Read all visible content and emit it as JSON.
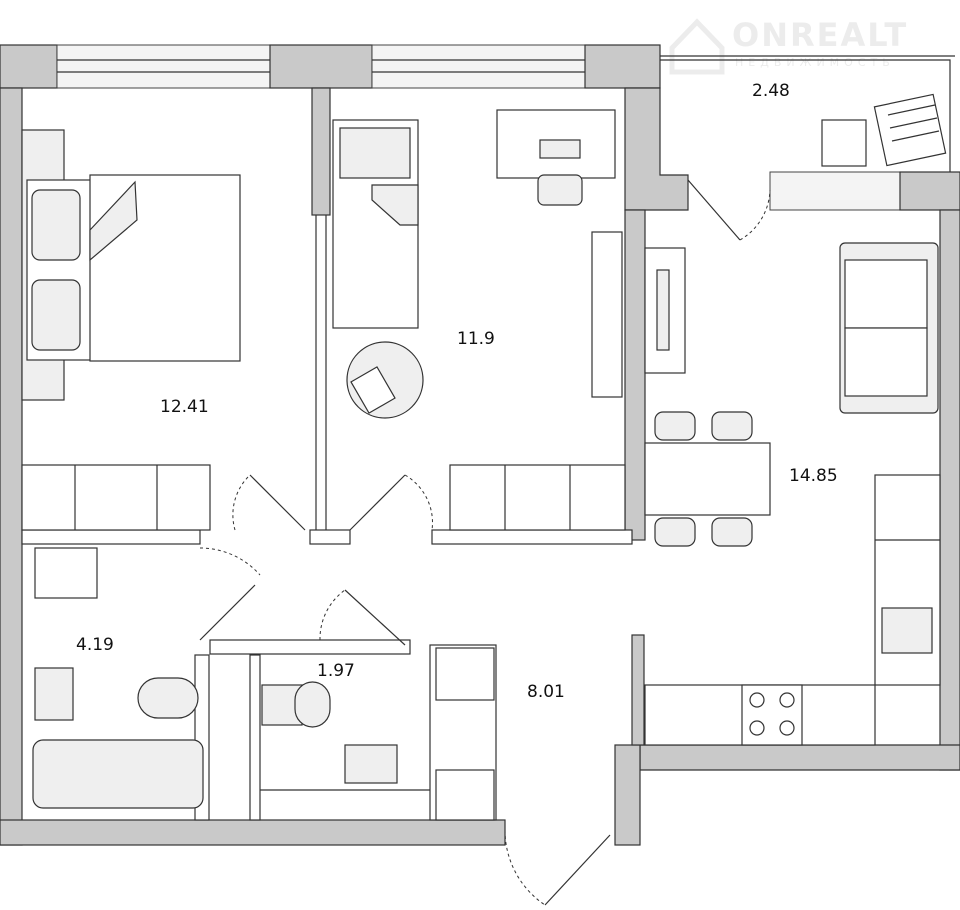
{
  "watermark": {
    "brand": "ONREALT",
    "subtitle": "НЕДВИЖИМОСТЬ"
  },
  "rooms": [
    {
      "name": "bedroom-1",
      "area": "12.41"
    },
    {
      "name": "bedroom-2",
      "area": "11.9"
    },
    {
      "name": "kitchen-living",
      "area": "14.85"
    },
    {
      "name": "balcony",
      "area": "2.48"
    },
    {
      "name": "bathroom",
      "area": "4.19"
    },
    {
      "name": "toilet",
      "area": "1.97"
    },
    {
      "name": "hallway",
      "area": "8.01"
    }
  ],
  "colors": {
    "wall": "#c9c9c9",
    "outline": "#333333"
  }
}
